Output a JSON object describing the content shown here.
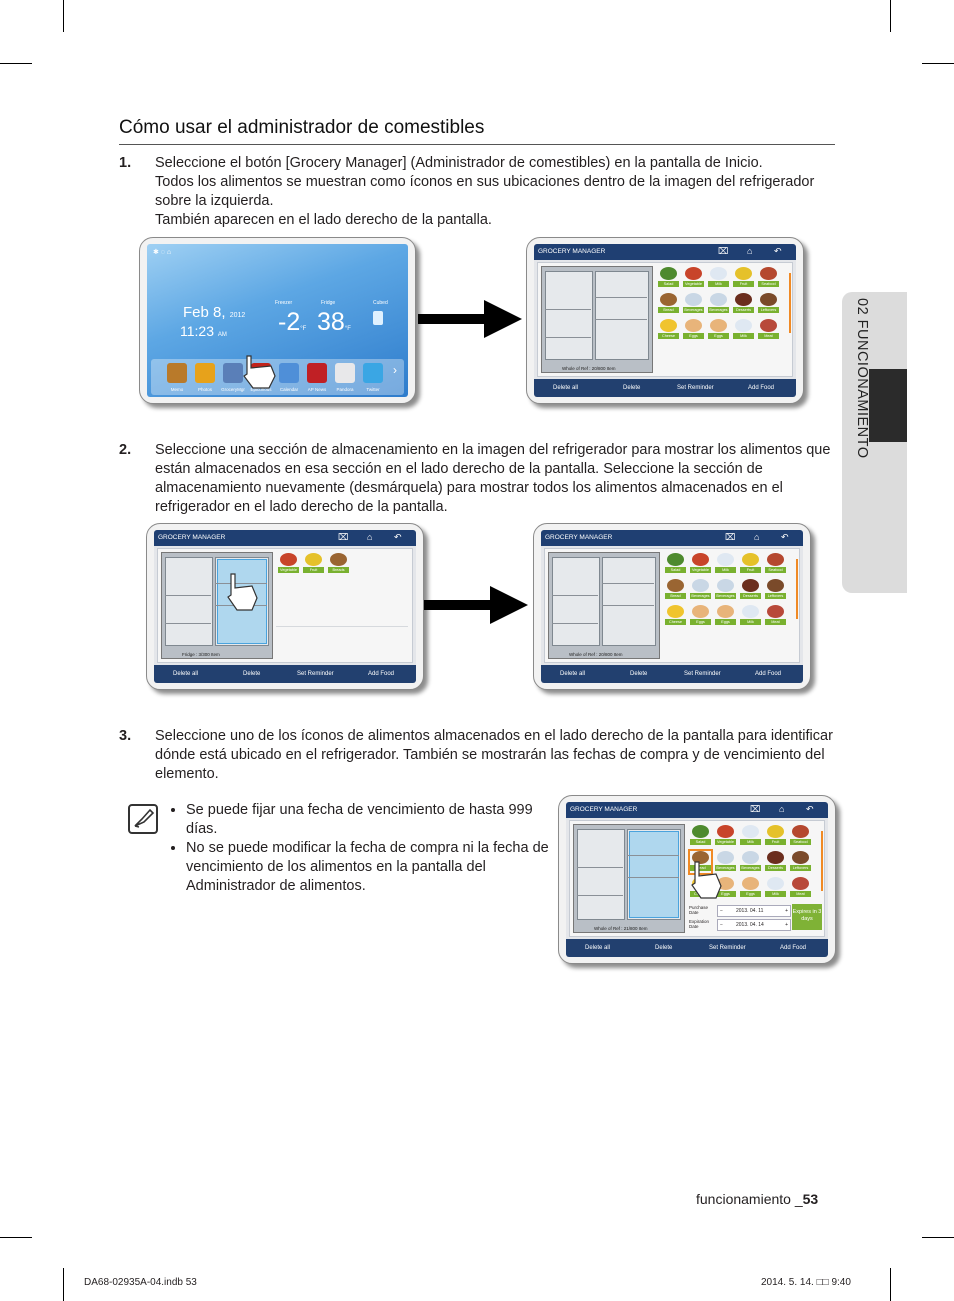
{
  "section": {
    "title": "Cómo usar el administrador de comestibles",
    "side_tab": "02  FUNCIONAMIENTO"
  },
  "steps": [
    {
      "number": "1.",
      "lines": [
        "Seleccione el botón [Grocery Manager] (Administrador de comestibles) en la pantalla de Inicio.",
        "Todos los alimentos se muestran como íconos en sus ubicaciones dentro de la imagen del refrigerador sobre la izquierda.",
        "También aparecen en el lado derecho de la pantalla."
      ]
    },
    {
      "number": "2.",
      "lines": [
        "Seleccione una sección de almacenamiento en la imagen del refrigerador para mostrar los alimentos que están almacenados en esa sección en el lado derecho de la pantalla. Seleccione la sección de almacenamiento nuevamente (desmárquela) para mostrar todos los alimentos almacenados en el refrigerador en el lado derecho de la pantalla."
      ]
    },
    {
      "number": "3.",
      "lines": [
        "Seleccione uno de los íconos de alimentos almacenados en el lado derecho de la pantalla para identificar dónde está ubicado en el refrigerador. También se mostrarán las fechas de compra y de vencimiento del elemento."
      ]
    }
  ],
  "notes": [
    "Se puede fijar una fecha de vencimiento de hasta 999 días.",
    "No se puede modificar la fecha de compra ni la fecha de vencimiento de los alimentos en la pantalla del Administrador de alimentos."
  ],
  "home_screen": {
    "date": "Feb 8,",
    "year": "2012",
    "time": "11:23",
    "ampm": "AM",
    "freezer_label": "Freezer",
    "freezer_temp": "-2",
    "fridge_label": "Fridge",
    "fridge_temp": "38",
    "unit": "°F",
    "cubed_label": "Cubed",
    "apps": [
      "Memo",
      "Photos",
      "GroceryMgr",
      "Epicurious",
      "Calendar",
      "AP News",
      "Pandora",
      "Twitter"
    ]
  },
  "grocery_manager": {
    "title": "GROCERY MANAGER",
    "buttons": [
      "Delete all",
      "Delete",
      "Set Reminder",
      "Add Food"
    ],
    "foods": [
      "Salad",
      "Vegetable",
      "Milk",
      "Fruit",
      "Seafood",
      "Bread",
      "Beverages",
      "Beverages",
      "Desserts",
      "Leftovers",
      "Cheese",
      "Eggs",
      "Eggs",
      "Milk",
      "Meat"
    ],
    "filtered_foods": [
      "Vegetable",
      "Fruit",
      "Breads"
    ],
    "caption_all_1": "Whole of Ref : 20/800 Item",
    "caption_fridge": "Fridge : 3/300 Item",
    "caption_all_2": "Whole of Ref : 20/800 Item",
    "caption_all_3": "Whole of Ref : 21/800 Item",
    "purchase_label": "Purchase Date",
    "purchase_date": "2013. 04. 11",
    "expiration_label": "Expiration Date",
    "expiration_date": "2013. 04. 14",
    "expires_badge": "Expires in 3 days"
  },
  "footer": {
    "page_label": "funcionamiento _",
    "page_number": "53",
    "imprint_left": "DA68-02935A-04.indb   53",
    "imprint_right": "2014. 5. 14.   □□ 9:40"
  },
  "colors": {
    "header_blue": "#1f3f72",
    "food_label_green": "#79b12f",
    "scroll_orange": "#f08a25"
  }
}
